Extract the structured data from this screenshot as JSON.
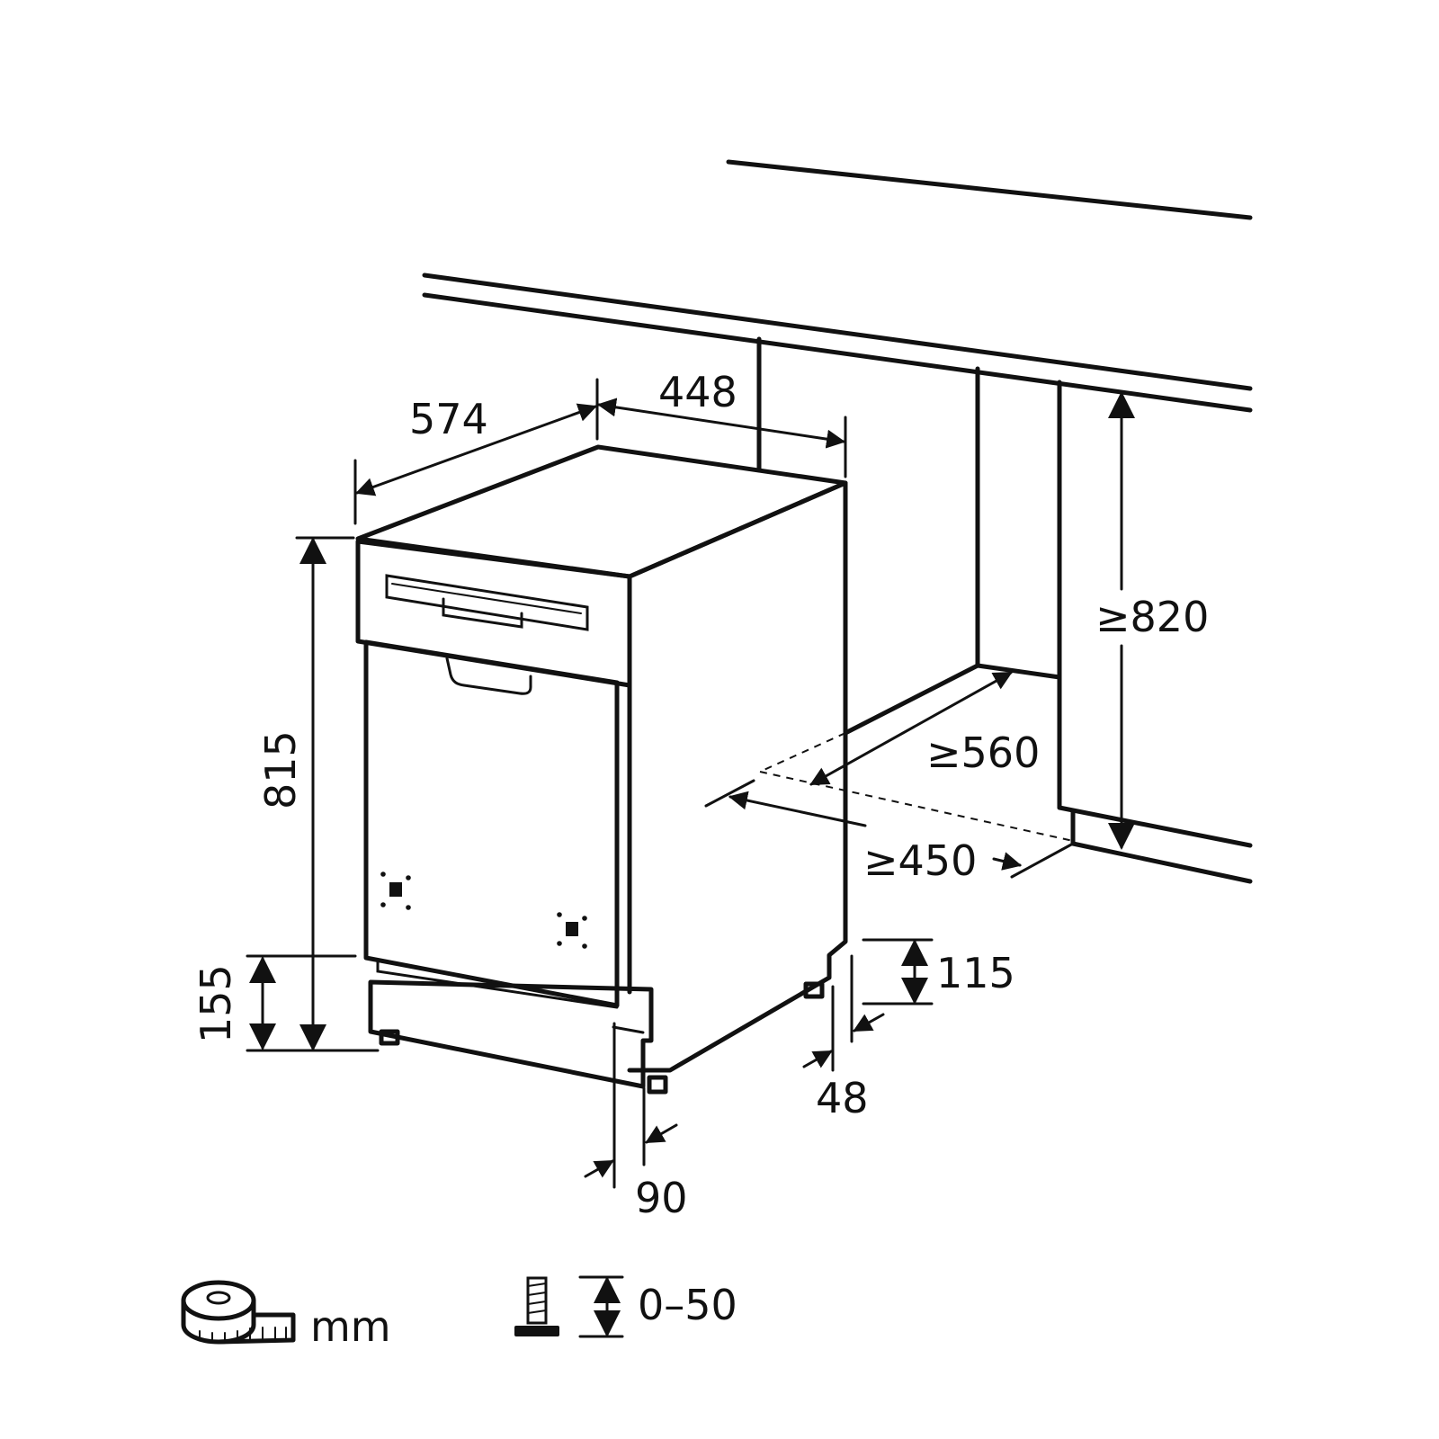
{
  "dimensions": {
    "width": "574",
    "depth": "448",
    "height": "815",
    "plinth_height": "155",
    "niche_height": "≥820",
    "niche_depth": "≥560",
    "niche_width": "≥450",
    "toe_kick_height": "115",
    "toe_kick_depth": "48",
    "door_offset": "90"
  },
  "legend": {
    "unit_icon": "tape-measure-icon",
    "unit_label": "mm",
    "foot_icon": "adjustable-foot-icon",
    "foot_range": "0–50"
  }
}
